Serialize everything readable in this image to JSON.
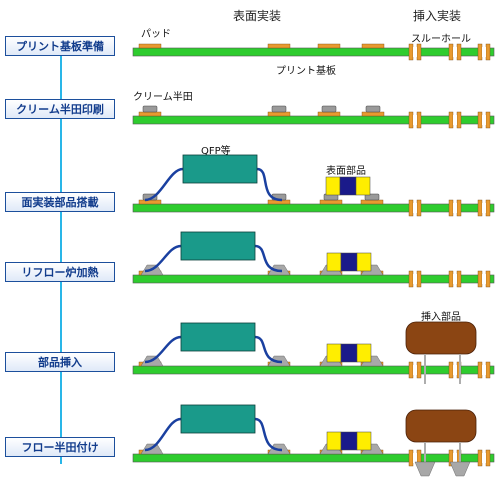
{
  "headers": {
    "surface_mount": "表面実装",
    "insertion_mount": "挿入実装"
  },
  "steps": [
    {
      "label": "プリント基板準備"
    },
    {
      "label": "クリーム半田印刷"
    },
    {
      "label": "面実装部品搭載"
    },
    {
      "label": "リフロー炉加熱"
    },
    {
      "label": "部品挿入"
    },
    {
      "label": "フロー半田付け"
    }
  ],
  "labels": {
    "pad": "パッド",
    "through_hole": "スルーホール",
    "pcb": "プリント基板",
    "cream_solder": "クリーム半田",
    "qfp": "QFP等",
    "surface_part": "表面部品",
    "insert_part": "挿入部品"
  },
  "colors": {
    "board": "#2ecc2e",
    "pad": "#e89a30",
    "solder_paste": "#9a9a9a",
    "qfp_body": "#1a9a8a",
    "chip_end": "#ffee00",
    "chip_center": "#1a1a8a",
    "insert_body": "#8b4513",
    "timeline": "#29b6e8",
    "step_border": "#1c4f9c"
  }
}
